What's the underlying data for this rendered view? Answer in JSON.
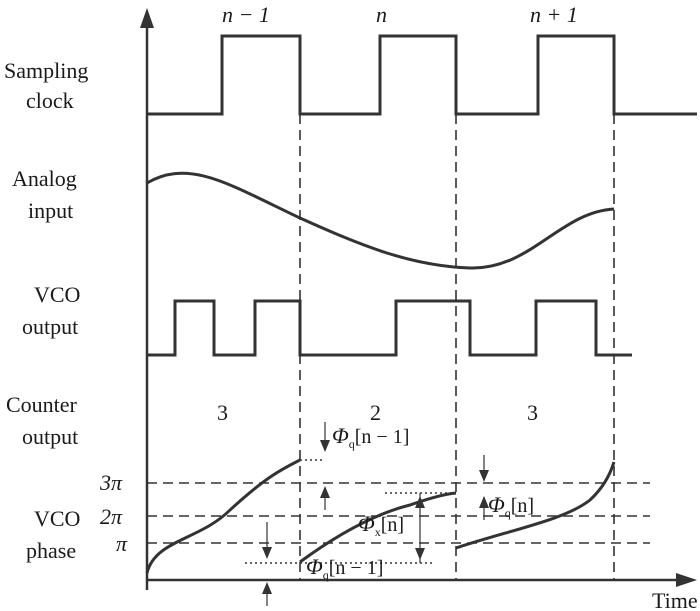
{
  "row_labels": {
    "sampling_clock": [
      "Sampling",
      "clock"
    ],
    "analog_input": [
      "Analog",
      "input"
    ],
    "vco_output": [
      "VCO",
      "output"
    ],
    "counter_output": [
      "Counter",
      "output"
    ],
    "vco_phase": [
      "VCO",
      "phase"
    ]
  },
  "periods": {
    "n_minus_1": "n − 1",
    "n": "n",
    "n_plus_1": "n + 1"
  },
  "counter_values": [
    "3",
    "2",
    "3"
  ],
  "phase_ticks": {
    "three_pi": "3π",
    "two_pi": "2π",
    "pi": "π"
  },
  "annotations": {
    "phi_q_n_minus_1_top": {
      "symbol": "Φ",
      "sub": "q",
      "index": "[n − 1]"
    },
    "phi_x_n": {
      "symbol": "Φ",
      "sub": "x",
      "index": "[n]"
    },
    "phi_q_n": {
      "symbol": "Φ",
      "sub": "q",
      "index": "[n]"
    },
    "phi_q_n_minus_1_bottom": {
      "symbol": "Φ",
      "sub": "q",
      "index": "[n − 1]"
    }
  },
  "time_label": "Time"
}
